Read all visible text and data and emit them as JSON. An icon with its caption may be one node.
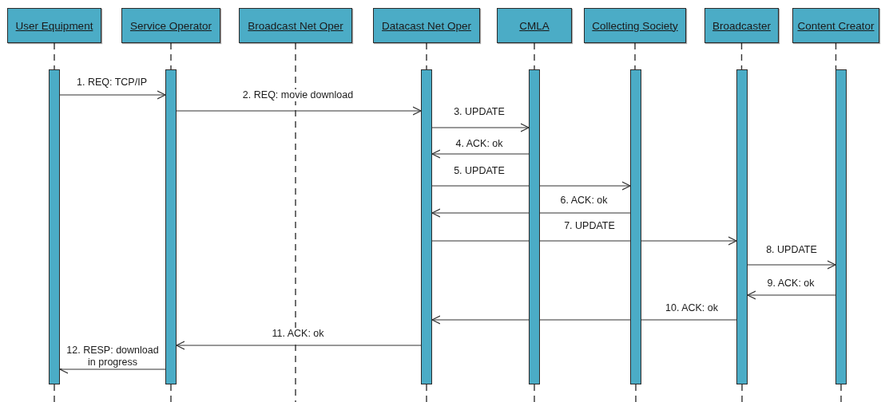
{
  "diagram": {
    "nodes": [
      {
        "text": [
          "User Equipment"
        ]
      },
      {
        "text": [
          "Service Operator"
        ]
      },
      {
        "text": [
          "Broadcast Net Oper"
        ]
      },
      {
        "text": [
          "Datacast Net Oper"
        ]
      },
      {
        "text": [
          "CMLA"
        ]
      },
      {
        "text": [
          "Collecting Society"
        ]
      },
      {
        "text": [
          "Broadcaster"
        ]
      },
      {
        "text": [
          "Content Creator"
        ]
      },
      {
        "text": [],
        "shape": "bar"
      },
      {
        "text": [],
        "shape": "bar"
      },
      {
        "text": [],
        "shape": "bar"
      },
      {
        "text": [],
        "shape": "bar"
      },
      {
        "text": [],
        "shape": "bar"
      },
      {
        "text": [],
        "shape": "bar"
      },
      {
        "text": [],
        "shape": "bar"
      }
    ],
    "edges": [
      {
        "from": 8,
        "to": 9,
        "arrow": "to",
        "label": "1. REQ: TCP/IP"
      },
      {
        "from": 9,
        "to": 10,
        "arrow": "to",
        "label": "2. REQ: movie download"
      },
      {
        "from": 10,
        "to": 11,
        "arrow": "to",
        "label": "3. UPDATE"
      },
      {
        "from": 11,
        "to": 10,
        "arrow": "to",
        "label": "4. ACK: ok"
      },
      {
        "from": 10,
        "to": 12,
        "arrow": "to",
        "label": "5. UPDATE"
      },
      {
        "from": 12,
        "to": 10,
        "arrow": "to",
        "label": "6. ACK: ok"
      },
      {
        "from": 10,
        "to": 13,
        "arrow": "to",
        "label": "7. UPDATE"
      },
      {
        "from": 13,
        "to": 14,
        "arrow": "to",
        "label": "8. UPDATE"
      },
      {
        "from": 14,
        "to": 13,
        "arrow": "to",
        "label": "9. ACK: ok"
      },
      {
        "from": 13,
        "to": 10,
        "arrow": "to",
        "label": "10. ACK: ok"
      },
      {
        "from": 10,
        "to": 9,
        "arrow": "to",
        "label": "11. ACK: ok"
      },
      {
        "from": 9,
        "to": 8,
        "arrow": "to",
        "label": "12. RESP: download in progress"
      },
      {
        "from": 0,
        "to": 8,
        "arrow": "none",
        "style": "dashed"
      },
      {
        "from": 1,
        "to": 9,
        "arrow": "none",
        "style": "dashed"
      },
      {
        "from": 2,
        "to": null,
        "arrow": "none",
        "style": "dashed"
      },
      {
        "from": 3,
        "to": 10,
        "arrow": "none",
        "style": "dashed"
      },
      {
        "from": 4,
        "to": 11,
        "arrow": "none",
        "style": "dashed"
      },
      {
        "from": 5,
        "to": 12,
        "arrow": "none",
        "style": "dashed"
      },
      {
        "from": 6,
        "to": 13,
        "arrow": "none",
        "style": "dashed"
      },
      {
        "from": 7,
        "to": 14,
        "arrow": "none",
        "style": "dashed"
      },
      {
        "from": 8,
        "to": null,
        "arrow": "none",
        "style": "dashed"
      },
      {
        "from": 9,
        "to": null,
        "arrow": "none",
        "style": "dashed"
      },
      {
        "from": 10,
        "to": null,
        "arrow": "none",
        "style": "dashed"
      },
      {
        "from": 11,
        "to": null,
        "arrow": "none",
        "style": "dashed"
      },
      {
        "from": 12,
        "to": null,
        "arrow": "none",
        "style": "dashed"
      },
      {
        "from": 13,
        "to": null,
        "arrow": "none",
        "style": "dashed"
      },
      {
        "from": 14,
        "to": null,
        "arrow": "none",
        "style": "dashed"
      }
    ]
  }
}
